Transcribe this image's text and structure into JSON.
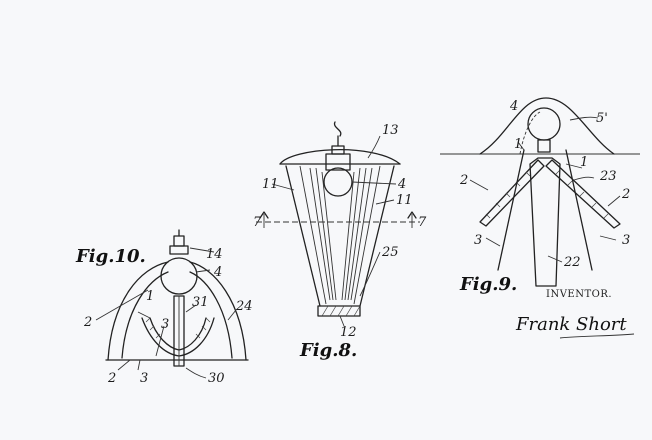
{
  "figures": {
    "fig8": {
      "title": "Fig.8.",
      "labels": [
        "13",
        "11",
        "4",
        "11",
        "7",
        "7",
        "25",
        "12"
      ]
    },
    "fig9": {
      "title": "Fig.9.",
      "labels": [
        "4",
        "5'",
        "1",
        "1",
        "23",
        "2",
        "2",
        "3",
        "3",
        "22"
      ]
    },
    "fig10": {
      "title": "Fig.10.",
      "labels": [
        "14",
        "4",
        "24",
        "2",
        "1",
        "31",
        "3",
        "2",
        "3",
        "30"
      ]
    }
  },
  "inventor": {
    "heading": "INVENTOR.",
    "signature": "Frank Short"
  }
}
